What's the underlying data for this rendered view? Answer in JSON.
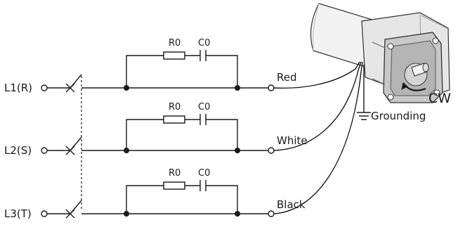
{
  "lines": [
    {
      "terminal": "L1(R)",
      "wire_color": "Red",
      "resistor": "R0",
      "capacitor": "C0"
    },
    {
      "terminal": "L2(S)",
      "wire_color": "White",
      "resistor": "R0",
      "capacitor": "C0"
    },
    {
      "terminal": "L3(T)",
      "wire_color": "Black",
      "resistor": "R0",
      "capacitor": "C0"
    }
  ],
  "grounding_label": "Grounding",
  "rotation_label": "CW",
  "icons": {
    "motor": "gear-motor-illustration",
    "ground": "ground-symbol-icon",
    "switch": "three-pole-switch-icon"
  }
}
